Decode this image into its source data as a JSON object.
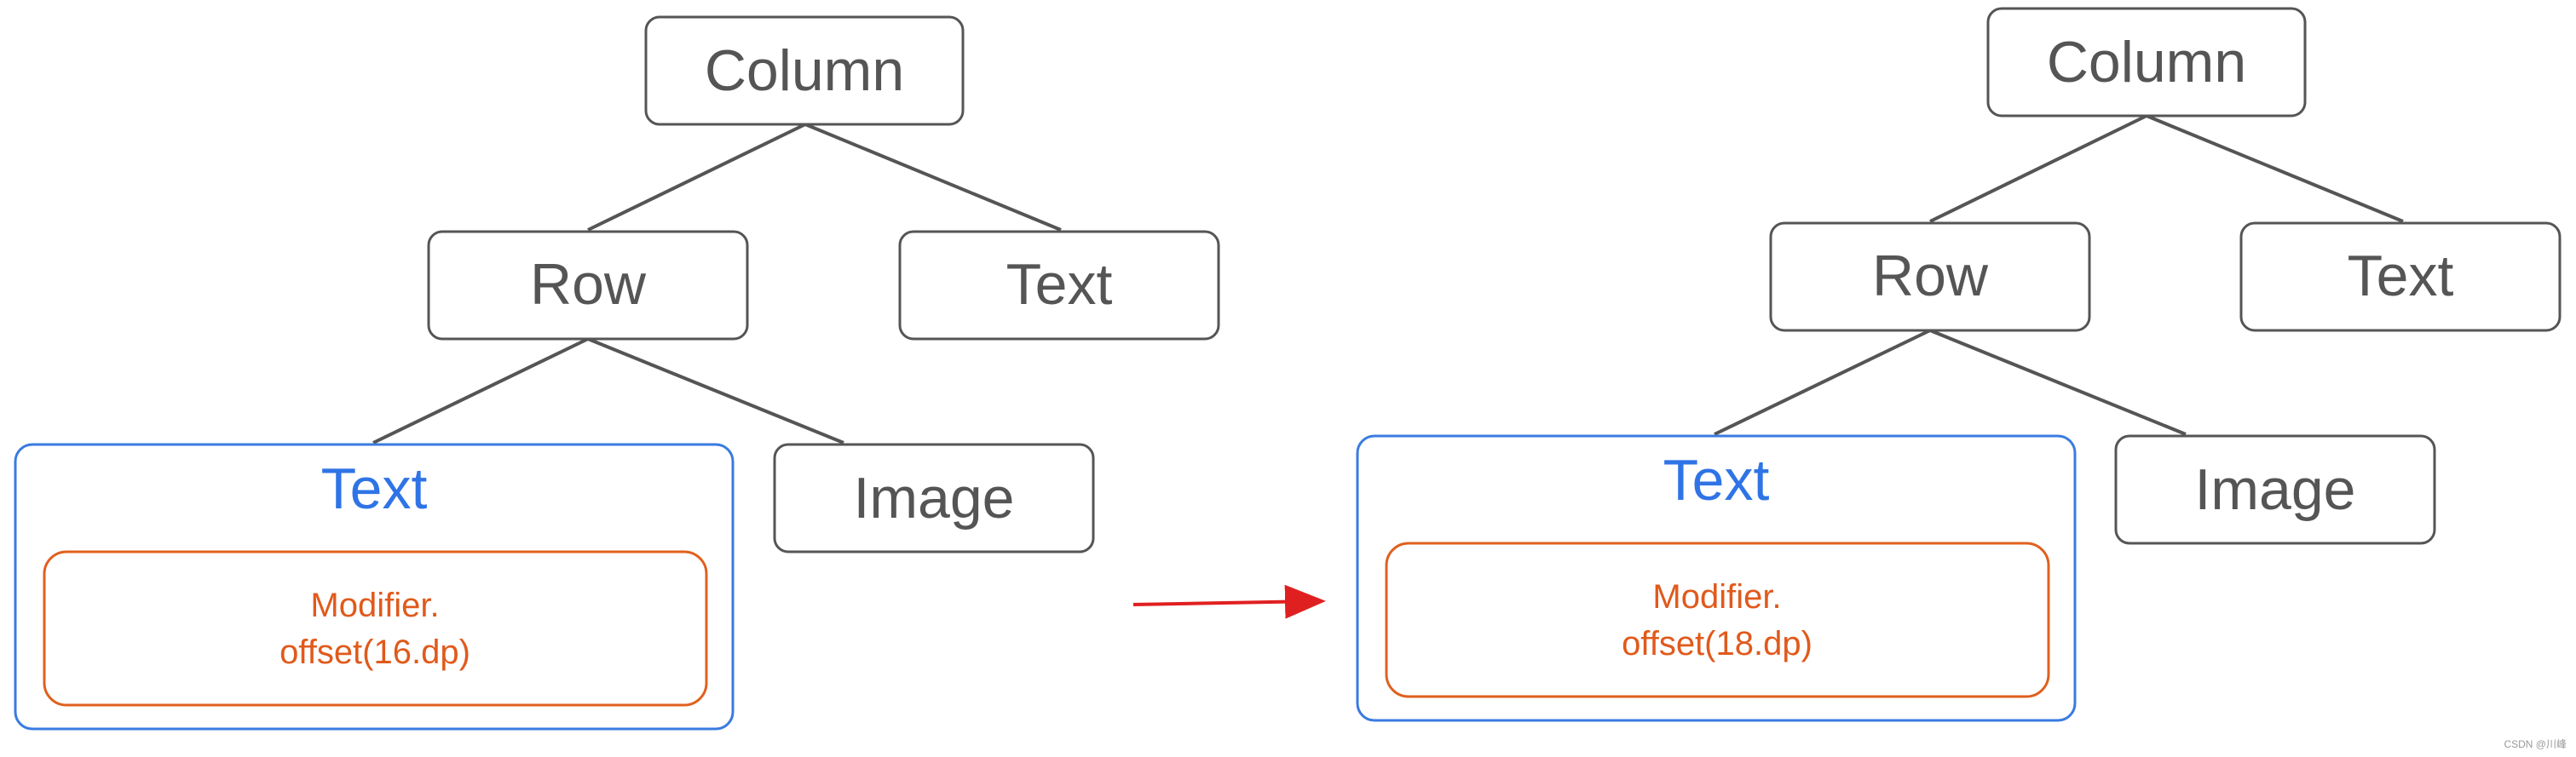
{
  "colors": {
    "node_stroke": "#555555",
    "highlight_blue": "#2f74e6",
    "modifier_orange": "#e05a1c",
    "arrow_red": "#e02020"
  },
  "left_tree": {
    "root": "Column",
    "row": "Row",
    "text_right": "Text",
    "image": "Image",
    "text_highlight": "Text",
    "modifier_line1": "Modifier.",
    "modifier_line2": "offset(16.dp)"
  },
  "right_tree": {
    "root": "Column",
    "row": "Row",
    "text_right": "Text",
    "image": "Image",
    "text_highlight": "Text",
    "modifier_line1": "Modifier.",
    "modifier_line2": "offset(18.dp)"
  },
  "watermark": "CSDN @川峰"
}
